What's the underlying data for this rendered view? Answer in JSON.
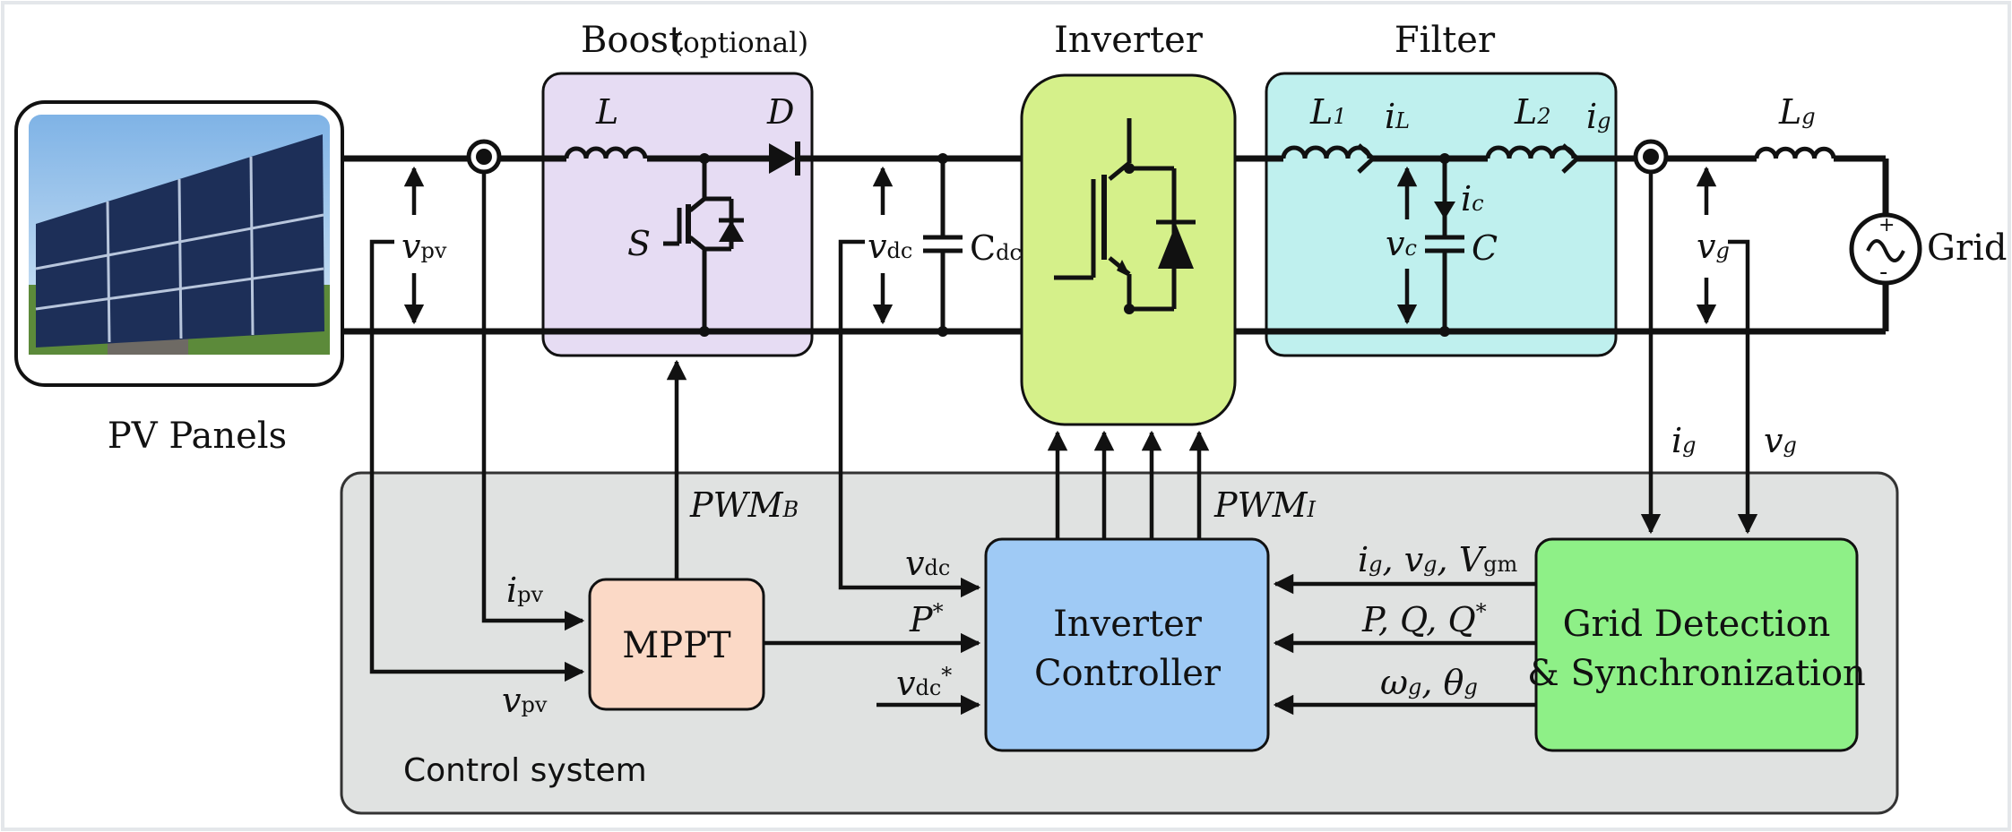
{
  "labels": {
    "pv_panels": "PV Panels",
    "boost": "Boost",
    "boost_optional": "(optional)",
    "inverter": "Inverter",
    "filter": "Filter",
    "grid": "Grid",
    "control_system": "Control system"
  },
  "components": {
    "L": "L",
    "D": "D",
    "S": "S",
    "C_dc": "C",
    "C_dc_sub": "dc",
    "L1": "L",
    "L1_sub": "1",
    "L2": "L",
    "L2_sub": "2",
    "C": "C",
    "Lg": "L",
    "Lg_sub": "g"
  },
  "signals": {
    "v_pv": "v",
    "v_pv_sub": "pv",
    "v_dc": "v",
    "v_dc_sub": "dc",
    "i_L": "i",
    "i_L_sub": "L",
    "i_g": "i",
    "i_g_sub": "g",
    "i_c": "i",
    "i_c_sub": "c",
    "v_c": "v",
    "v_c_sub": "c",
    "v_g": "v",
    "v_g_sub": "g",
    "i_pv": "i",
    "i_pv_sub": "pv",
    "pwm_b": "PWM",
    "pwm_b_sub": "B",
    "pwm_i": "PWM",
    "pwm_i_sub": "I",
    "p_star": "P",
    "star": "*",
    "ig_vg_vgm": "i",
    "vgm_text": "V",
    "vgm_sub": "gm",
    "pq_text_p": "P, Q, Q",
    "omega": "ω",
    "theta": "θ"
  },
  "blocks": {
    "mppt": "MPPT",
    "inverter_controller_line1": "Inverter",
    "inverter_controller_line2": "Controller",
    "grid_detection_line1": "Grid Detection",
    "grid_detection_line2": "& Synchronization"
  },
  "colors": {
    "boost_fill": "#e6dcf3",
    "inverter_fill": "#d5f08a",
    "filter_fill": "#bff0ee",
    "control_fill": "#e0e2e1",
    "mppt_fill": "#fbd9c6",
    "controller_fill": "#9fcaf5",
    "grid_detection_fill": "#8ef087"
  }
}
